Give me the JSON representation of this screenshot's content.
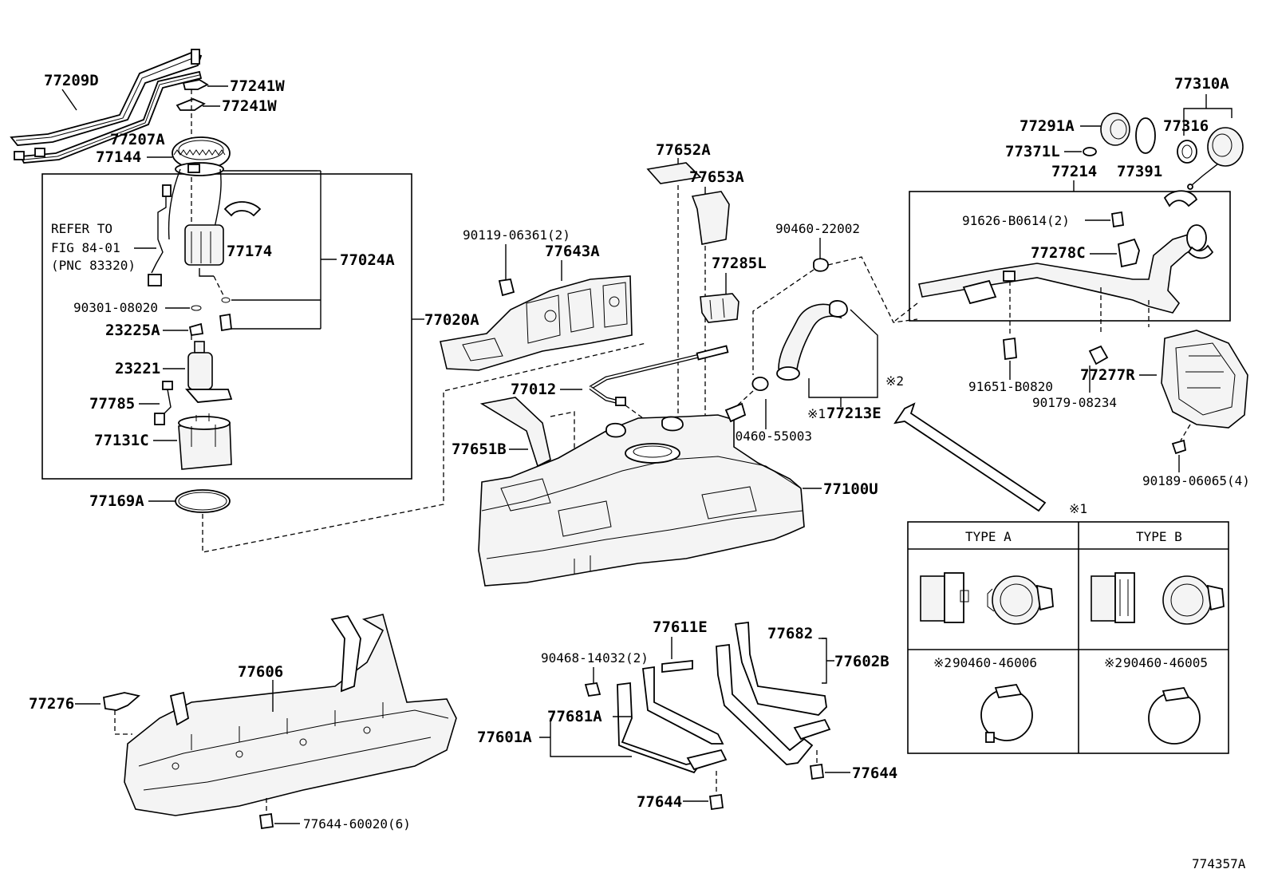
{
  "labels": {
    "p77209D": "77209D",
    "p77241W_1": "77241W",
    "p77241W_2": "77241W",
    "p77207A": "77207A",
    "p77144": "77144",
    "refer1": "REFER TO",
    "refer2": "FIG 84-01",
    "refer3": "(PNC 83320)",
    "p77174": "77174",
    "p77024A": "77024A",
    "p90301": "90301-08020",
    "p23225A": "23225A",
    "p77020A": "77020A",
    "p23221": "23221",
    "p77785": "77785",
    "p77131C": "77131C",
    "p77169A": "77169A",
    "p90119": "90119-06361(2)",
    "p77643A": "77643A",
    "p77652A": "77652A",
    "p77653A": "77653A",
    "p77285L": "77285L",
    "p90460_22002": "90460-22002",
    "p77012": "77012",
    "p77651B": "77651B",
    "p90460_55003": "90460-55003",
    "p77213E": "77213E",
    "note1_77213E": "※1",
    "note2": "※2",
    "p77100U": "77100U",
    "p77310A": "77310A",
    "p77291A": "77291A",
    "p77316": "77316",
    "p77371L": "77371L",
    "p77391": "77391",
    "p77214": "77214",
    "p91626": "91626-B0614(2)",
    "p77278C": "77278C",
    "p91651": "91651-B0820",
    "p90179": "90179-08234",
    "p77277R": "77277R",
    "p90189": "90189-06065(4)",
    "note1_arrow": "※1",
    "typeA": "TYPE  A",
    "typeB": "TYPE  B",
    "clampA_note": "※2",
    "clampA": "90460-46006",
    "clampB_note": "※2",
    "clampB": "90460-46005",
    "p77611E": "77611E",
    "p90468": "90468-14032(2)",
    "p77682": "77682",
    "p77602B": "77602B",
    "p77681A": "77681A",
    "p77601A": "77601A",
    "p77644_1": "77644",
    "p77644_2": "77644",
    "p77606": "77606",
    "p77276": "77276",
    "p77644_60020": "77644-60020(6)",
    "figure_id": "774357A"
  }
}
